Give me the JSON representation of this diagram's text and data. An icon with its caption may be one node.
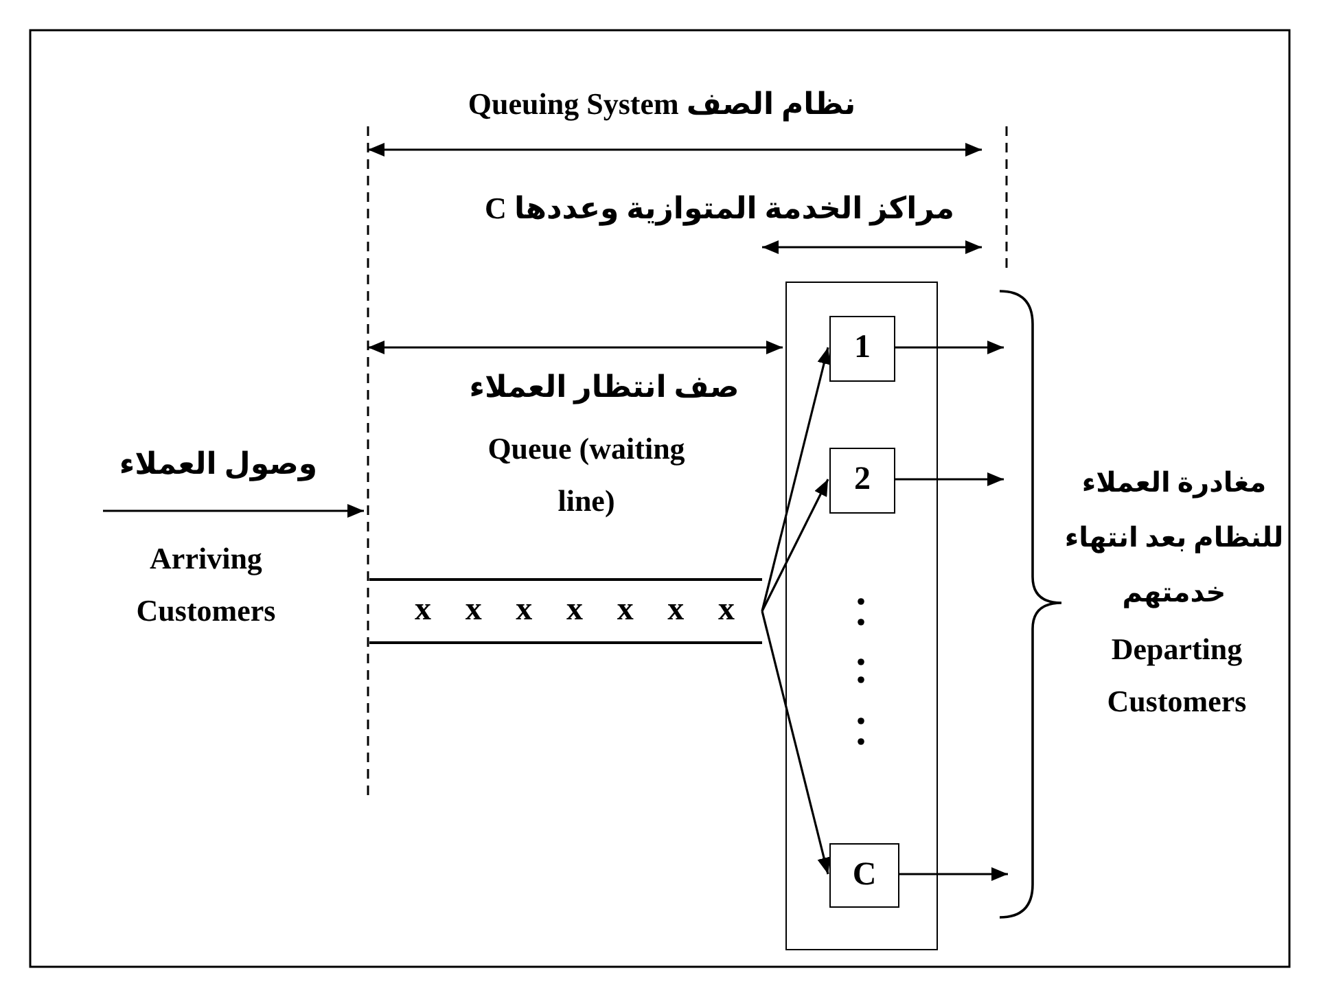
{
  "diagram": {
    "nodes": [
      {
        "text": [
          "x x x x x x x"
        ]
      },
      {
        "text": [],
        "shape": "box"
      },
      {
        "text": [
          "1"
        ],
        "in": 1
      },
      {
        "text": [
          "2"
        ],
        "in": 1
      },
      {
        "text": [
          "C"
        ],
        "in": 1
      }
    ],
    "edges": [
      {
        "from": 0,
        "to": 2,
        "arrow": "to"
      },
      {
        "from": 0,
        "to": 3,
        "arrow": "to"
      },
      {
        "from": 0,
        "to": 4,
        "arrow": "to"
      },
      {
        "from": 2,
        "to": null,
        "arrow": "to"
      },
      {
        "from": 3,
        "to": null,
        "arrow": "to"
      },
      {
        "from": 4,
        "to": null,
        "arrow": "to"
      }
    ],
    "labels": [
      "نظام الصف Queuing System",
      "مراكز الخدمة المتوازية وعددها C",
      "صف انتظار العملاء",
      "Queue (waiting line)",
      "وصول العملاء",
      "Arriving Customers",
      "مغادرة العملاء للنظام بعد انتهاء خدمتهم",
      "Departing Customers"
    ]
  }
}
